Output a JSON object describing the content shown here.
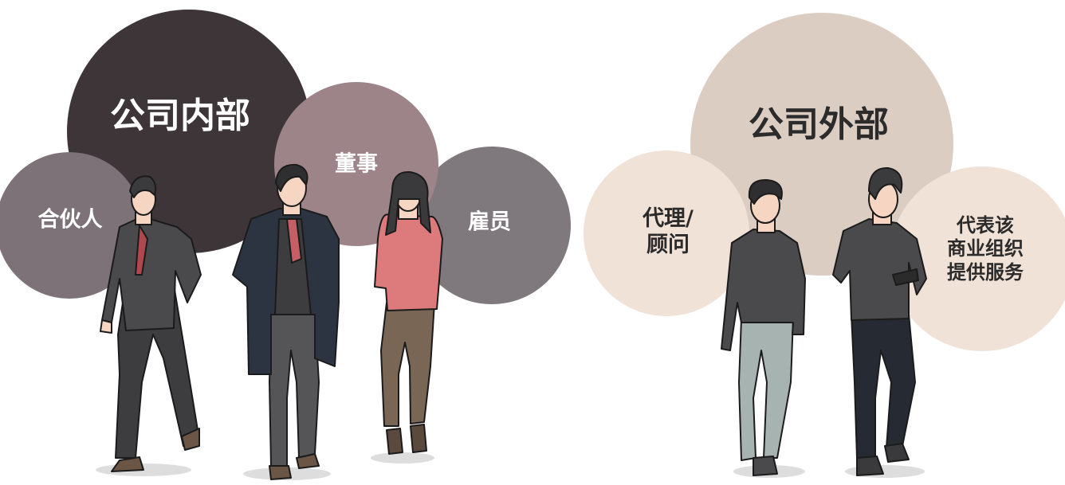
{
  "colors": {
    "background": "#ffffff",
    "internal_main": "#3e3539",
    "director": "#9d8489",
    "partner": "#7c7277",
    "employee": "#7f787d",
    "external_main": "#dccdc2",
    "agent": "#f0e2d7",
    "representative": "#f0e2d7",
    "text_light": "#ffffff",
    "text_dark": "#2b2b2b"
  },
  "internal": {
    "title": "公司内部",
    "roles": {
      "partner": "合伙人",
      "director": "董事",
      "employee": "雇员"
    }
  },
  "external": {
    "title": "公司外部",
    "roles": {
      "agent": "代理/\n顾问",
      "representative": "代表该\n商业组织\n提供服务"
    }
  },
  "people": [
    {
      "name": "partner-man",
      "suit": "#3d3d3f",
      "tie": "#b0474f"
    },
    {
      "name": "director-man",
      "coat": "#2b3440",
      "vest": "#3d3d3f",
      "tie": "#c55f65"
    },
    {
      "name": "employee-woman",
      "blouse": "#dd7b7c",
      "trousers": "#7a6654"
    },
    {
      "name": "consultant-woman",
      "top": "#4a4a4c",
      "trousers": "#a6b3b1"
    },
    {
      "name": "representative-man",
      "shirt": "#4a4a4c",
      "trousers": "#262b33"
    }
  ]
}
